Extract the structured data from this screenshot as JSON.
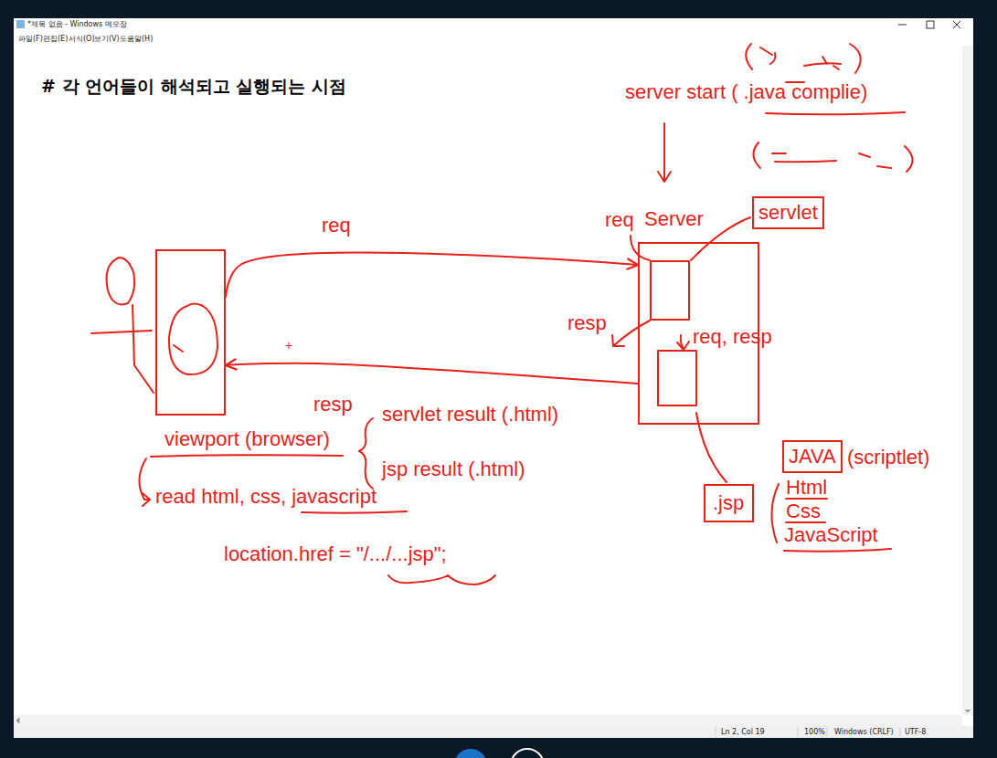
{
  "diagram": {
    "title": "# 각 언어들이 해석되고 실행되는 시점",
    "nodes": [
      {
        "text": [
          "Server"
        ]
      },
      {
        "text": [
          "servlet"
        ]
      },
      {
        "text": [
          ".jsp"
        ]
      },
      {
        "text": [
          "JAVA"
        ]
      },
      {
        "text": [
          "viewport (browser)"
        ]
      }
    ],
    "edges": [
      {
        "from": 4,
        "to": 0,
        "label": "req",
        "arrow": "to"
      },
      {
        "from": 0,
        "to": 4,
        "arrow": "to"
      }
    ],
    "labels": [
      "*제목 없음 - Windows 메모장",
      "파일(F)",
      "편집(E)",
      "서식(O)",
      "보기(V)",
      "도움말(H)",
      "server start ( .java complie)",
      "req",
      "resp",
      "req, resp",
      "+",
      "resp",
      "servlet result (.html)",
      "jsp result (.html)",
      "read html, css, javascript",
      "location.href = \"/.../...jsp\";",
      "(scriptlet)",
      "Html",
      "Css",
      "JavaScript",
      "Ln 2, Col 19",
      "100%",
      "Windows (CRLF)",
      "UTF-8"
    ]
  }
}
